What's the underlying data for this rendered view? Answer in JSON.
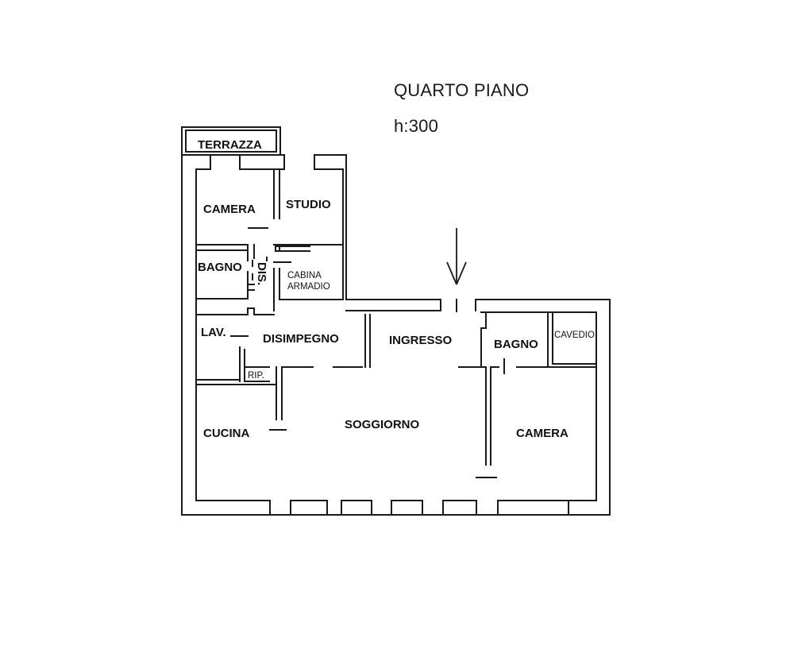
{
  "plan": {
    "title": "QUARTO PIANO",
    "height_label": "h:300",
    "rooms": {
      "terrazza": "TERRAZZA",
      "camera_top": "CAMERA",
      "studio": "STUDIO",
      "bagno_left": "BAGNO",
      "dis": "DIS.",
      "cabina_line1": "CABINA",
      "cabina_line2": "ARMADIO",
      "lav": "LAV.",
      "disimpegno": "DISIMPEGNO",
      "rip": "RIP.",
      "ingresso": "INGRESSO",
      "bagno_right": "BAGNO",
      "cavedio": "CAVEDIO",
      "cucina": "CUCINA",
      "soggiorno": "SOGGIORNO",
      "camera_right": "CAMERA"
    },
    "colors": {
      "line": "#1a1a1a",
      "background": "#ffffff"
    },
    "icons": {
      "entrance": "down-arrow-icon"
    }
  }
}
